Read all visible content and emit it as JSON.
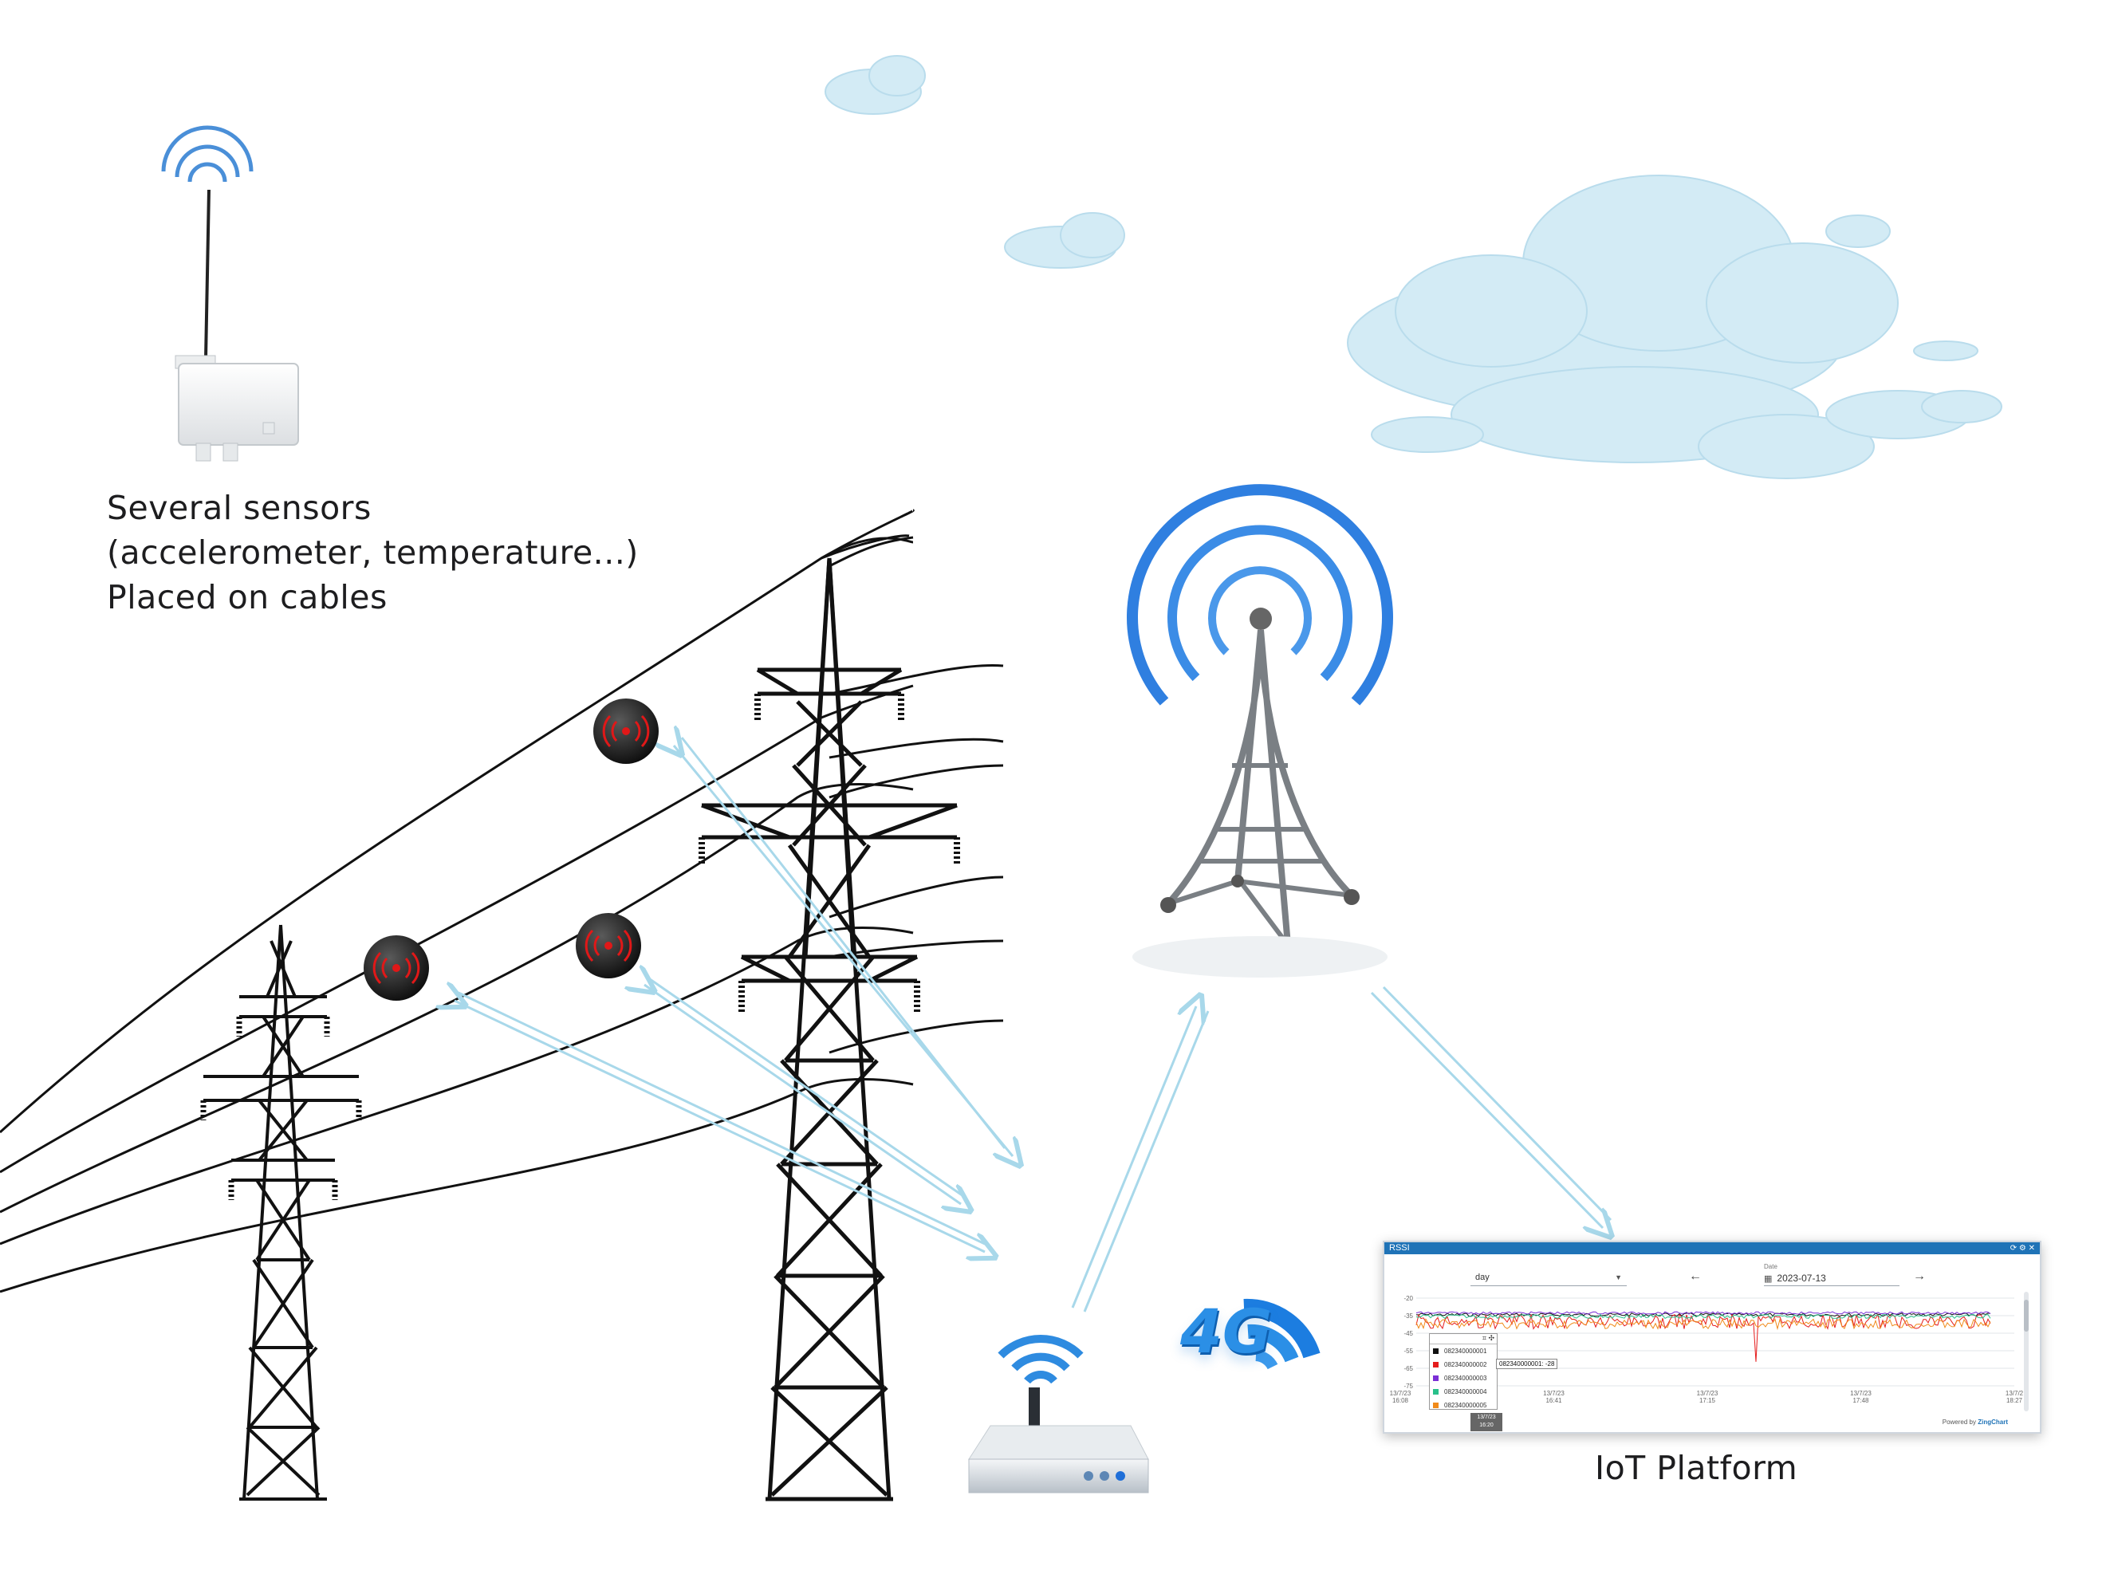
{
  "sensor_caption": {
    "line1": "Several sensors",
    "line2": "(accelerometer, temperature...)",
    "line3": "Placed on cables"
  },
  "platform_caption": "IoT Platform",
  "badge_4g": "4G",
  "icons": {
    "sensor_device": "wireless-sensor-box-icon",
    "cell_tower": "cell-tower-icon",
    "router": "wifi-router-icon",
    "cloud": "cloud-icon",
    "cable_sensor": "cable-sensor-icon",
    "pylon": "transmission-pylon-icon"
  },
  "colors": {
    "signal_blue": "#3f8fe0",
    "arrow_light_blue": "#bfe3ef",
    "sensor_red": "#e01818",
    "cloud_blue": "#d5ecf5"
  },
  "platform": {
    "panel_title": "RSSI",
    "period_select": "day",
    "date_label": "Date",
    "date_value": "2023-07-13",
    "legend": [
      {
        "label": "082340000001",
        "color": "#111111"
      },
      {
        "label": "082340000002",
        "color": "#e51c1c"
      },
      {
        "label": "082340000003",
        "color": "#7b2fd6"
      },
      {
        "label": "082340000004",
        "color": "#28c08a"
      },
      {
        "label": "082340000005",
        "color": "#f08a1a"
      }
    ],
    "tooltip": "082340000001: -28",
    "y_ticks": [
      "-20",
      "-35",
      "-45",
      "-55",
      "-65",
      "-75"
    ],
    "x_ticks": [
      "13/7/23\n16:08",
      "13/7/23\n16:41",
      "13/7/23\n17:15",
      "13/7/23\n17:48",
      "13/7/2\n18:27"
    ],
    "time_marker": "13/7/23\n16:20",
    "powered_by": "Powered by",
    "powered_brand": "ZingChart"
  }
}
